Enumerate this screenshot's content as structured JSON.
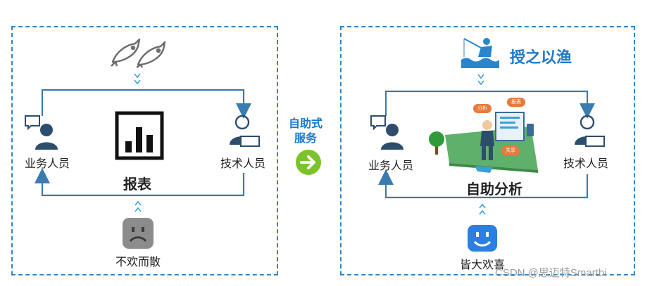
{
  "left_panel": {
    "person_left_label": "业务人员",
    "person_right_label": "技术人员",
    "center_label": "报表",
    "bottom_label": "不欢而散",
    "icons": [
      "fish-icon",
      "business-person-icon",
      "tech-person-icon",
      "bar-chart-report-icon",
      "sad-face-icon"
    ]
  },
  "middle": {
    "title_line1": "自助式",
    "title_line2": "服务",
    "arrow_color": "#7cc22b"
  },
  "right_panel": {
    "header_label": "授之以渔",
    "person_left_label": "业务人员",
    "person_right_label": "技术人员",
    "center_label": "自助分析",
    "bottom_label": "皆大欢喜",
    "badges": [
      "分析",
      "报表",
      "共享"
    ],
    "icons": [
      "fishing-icon",
      "business-person-icon",
      "tech-person-icon",
      "self-service-platform-icon",
      "happy-face-icon"
    ]
  },
  "watermark": "CSDN @思迈特Smartbi",
  "colors": {
    "border": "#2e86c8",
    "line": "#3a7bb0",
    "accent_blue": "#1f78c8",
    "green": "#7cc22b"
  }
}
